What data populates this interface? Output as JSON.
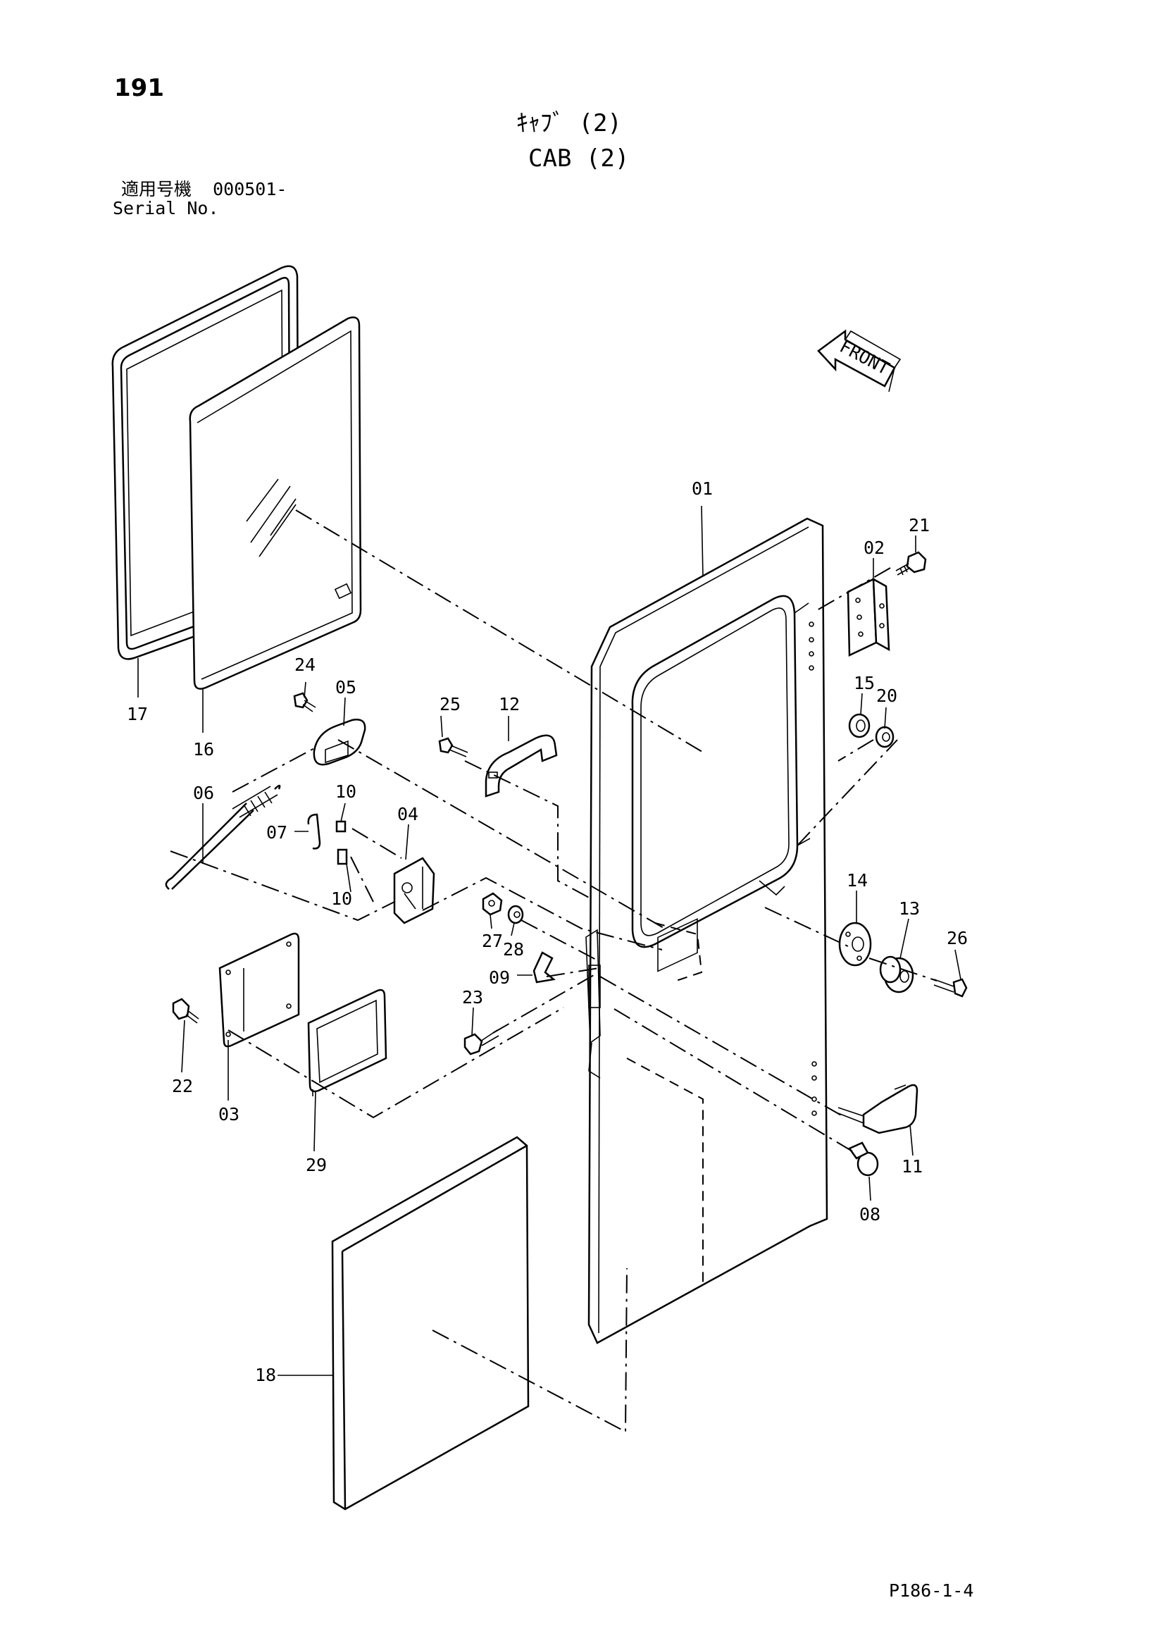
{
  "page_number": "191",
  "title_jp": "ｷｬﾌﾞ (2)",
  "title_en": "CAB (2)",
  "serial_label_jp": "適用号機  000501-",
  "serial_label_en": "Serial No.",
  "front_indicator": "FRONT",
  "footer_code": "P186-1-4",
  "callouts": [
    "01",
    "02",
    "03",
    "04",
    "05",
    "06",
    "07",
    "08",
    "09",
    "10",
    "10",
    "11",
    "12",
    "13",
    "14",
    "15",
    "16",
    "17",
    "18",
    "20",
    "21",
    "22",
    "23",
    "24",
    "25",
    "26",
    "27",
    "28",
    "29"
  ]
}
